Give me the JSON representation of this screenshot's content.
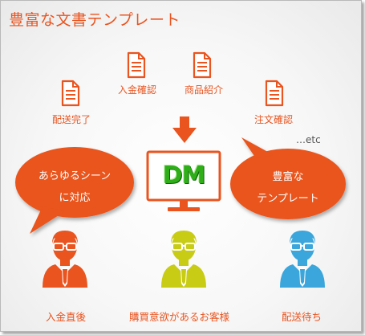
{
  "title": "豊富な文書テンプレート",
  "documents": [
    {
      "label": "入金確認"
    },
    {
      "label": "商品紹介"
    },
    {
      "label": "配送完了"
    },
    {
      "label": "注文確認"
    }
  ],
  "etc_label": "…etc",
  "monitor_text": "DM",
  "bubble_left": {
    "line1": "あらゆるシーン",
    "line2": "に対応"
  },
  "bubble_right": {
    "line1": "豊富な",
    "line2": "テンプレート"
  },
  "people": [
    {
      "caption": "入金直後",
      "color": "#e9541f"
    },
    {
      "caption": "購買意欲があるお客様",
      "color": "#c9cc14"
    },
    {
      "caption": "配送待ち",
      "color": "#3aa6dc"
    }
  ],
  "colors": {
    "accent": "#e9541f",
    "monitor_text": "#2fae1a"
  }
}
